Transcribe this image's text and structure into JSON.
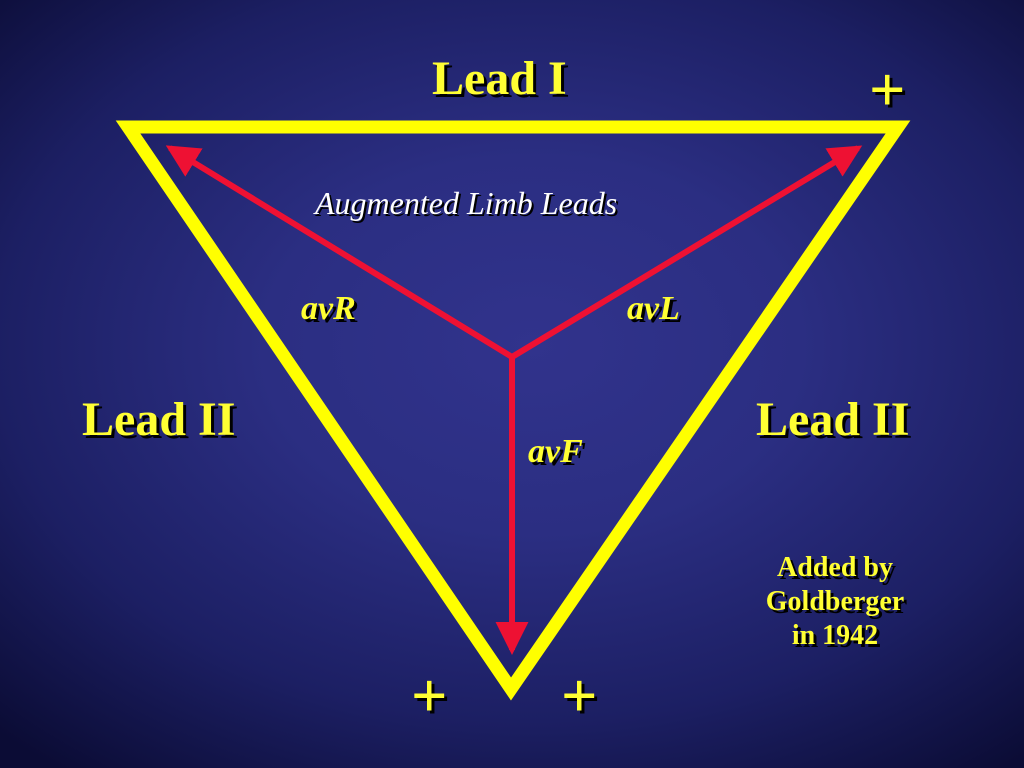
{
  "diagram": {
    "subtitle": "Augmented Limb Leads",
    "leads": {
      "top": "Lead I",
      "left": "Lead II",
      "right": "Lead II"
    },
    "augmented": {
      "avr": "avR",
      "avl": "avL",
      "avf": "avF"
    },
    "polarity": {
      "top_right": "+",
      "bottom_left": "+",
      "bottom_right": "+"
    },
    "note": {
      "line1": "Added by",
      "line2": "Goldberger",
      "line3": "in 1942"
    },
    "colors": {
      "triangle": "#ffff00",
      "vectors": "#ee1133",
      "label_text": "#ffff33",
      "subtitle_text": "#ffffff",
      "background": "#2b2e82"
    }
  }
}
